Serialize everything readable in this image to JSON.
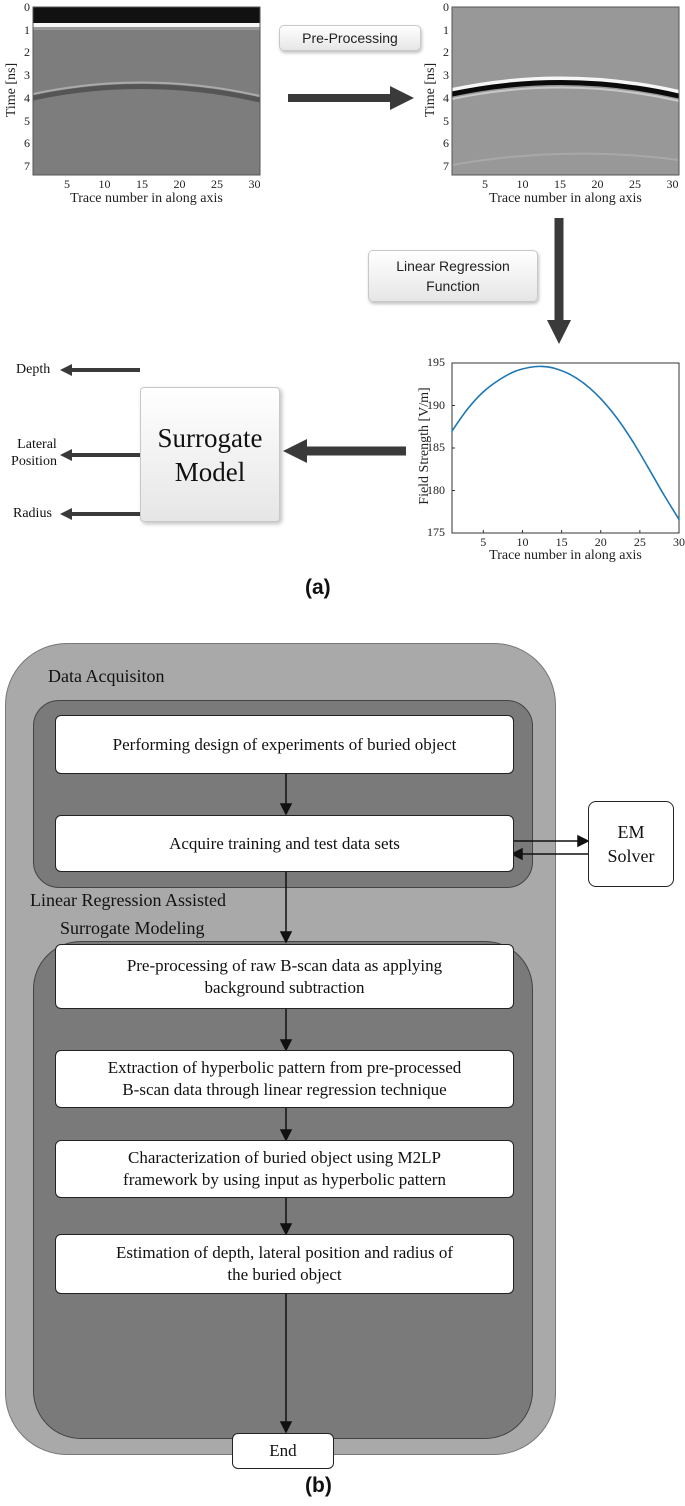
{
  "panel_a": {
    "caption": "(a)",
    "raw_bscan": {
      "ylabel": "Time [ns]",
      "xlabel": "Trace number in along axis",
      "yticks": [
        "0",
        "1",
        "2",
        "3",
        "4",
        "5",
        "6",
        "7"
      ],
      "xticks": [
        "5",
        "10",
        "15",
        "20",
        "25",
        "30"
      ]
    },
    "processed_bscan": {
      "ylabel": "Time [ns]",
      "xlabel": "Trace number in along axis",
      "yticks": [
        "0",
        "1",
        "2",
        "3",
        "4",
        "5",
        "6",
        "7"
      ],
      "xticks": [
        "5",
        "10",
        "15",
        "20",
        "25",
        "30"
      ]
    },
    "preprocessing_label": "Pre-Processing",
    "linear_regression_label_line1": "Linear Regression",
    "linear_regression_label_line2": "Function",
    "surrogate_line1": "Surrogate",
    "surrogate_line2": "Model",
    "outputs": {
      "depth": "Depth",
      "lateral_line1": "Lateral",
      "lateral_line2": "Position",
      "radius": "Radius"
    },
    "field_plot": {
      "ylabel": "Field Strength [V/m]",
      "xlabel": "Trace number in along axis",
      "yticks": [
        "175",
        "180",
        "185",
        "190",
        "195"
      ],
      "xticks": [
        "5",
        "10",
        "15",
        "20",
        "25",
        "30"
      ]
    }
  },
  "chart_data": {
    "type": "line",
    "x": [
      1,
      3,
      5,
      7,
      9,
      11,
      12.5,
      14,
      16,
      18,
      20,
      22,
      24,
      26,
      28,
      30
    ],
    "y": [
      187.0,
      189.6,
      191.6,
      193.0,
      194.0,
      194.5,
      194.6,
      194.4,
      193.7,
      192.5,
      190.8,
      188.6,
      185.9,
      182.8,
      179.6,
      176.6
    ],
    "xlabel": "Trace number in along axis",
    "ylabel": "Field Strength [V/m]",
    "xlim": [
      1,
      30
    ],
    "ylim": [
      175,
      195
    ],
    "line_color": "#1f77b4",
    "grid": false
  },
  "panel_b": {
    "caption": "(b)",
    "data_acquisition_label": "Data Acquisiton",
    "lr_label_line1": "Linear Regression Assisted",
    "lr_label_line2": "Surrogate Modeling",
    "steps": [
      {
        "line1": "Performing design of experiments of buried object",
        "line2": ""
      },
      {
        "line1": "Acquire training and test data sets",
        "line2": ""
      },
      {
        "line1": "Pre-processing of raw B-scan data as applying",
        "line2": "background subtraction"
      },
      {
        "line1": "Extraction of hyperbolic pattern from pre-processed",
        "line2": "B-scan data through linear regression technique"
      },
      {
        "line1": "Characterization of buried object using M2LP",
        "line2": "framework by using input as hyperbolic pattern"
      },
      {
        "line1": "Estimation of depth, lateral position and radius of",
        "line2": "the buried object"
      }
    ],
    "em_line1": "EM",
    "em_line2": "Solver",
    "end_label": "End"
  },
  "colors": {
    "outer_group": "#a9a9a9",
    "inner_group": "#7a7a7a",
    "arrow": "#3a3a3a",
    "series": "#1f77b4"
  }
}
